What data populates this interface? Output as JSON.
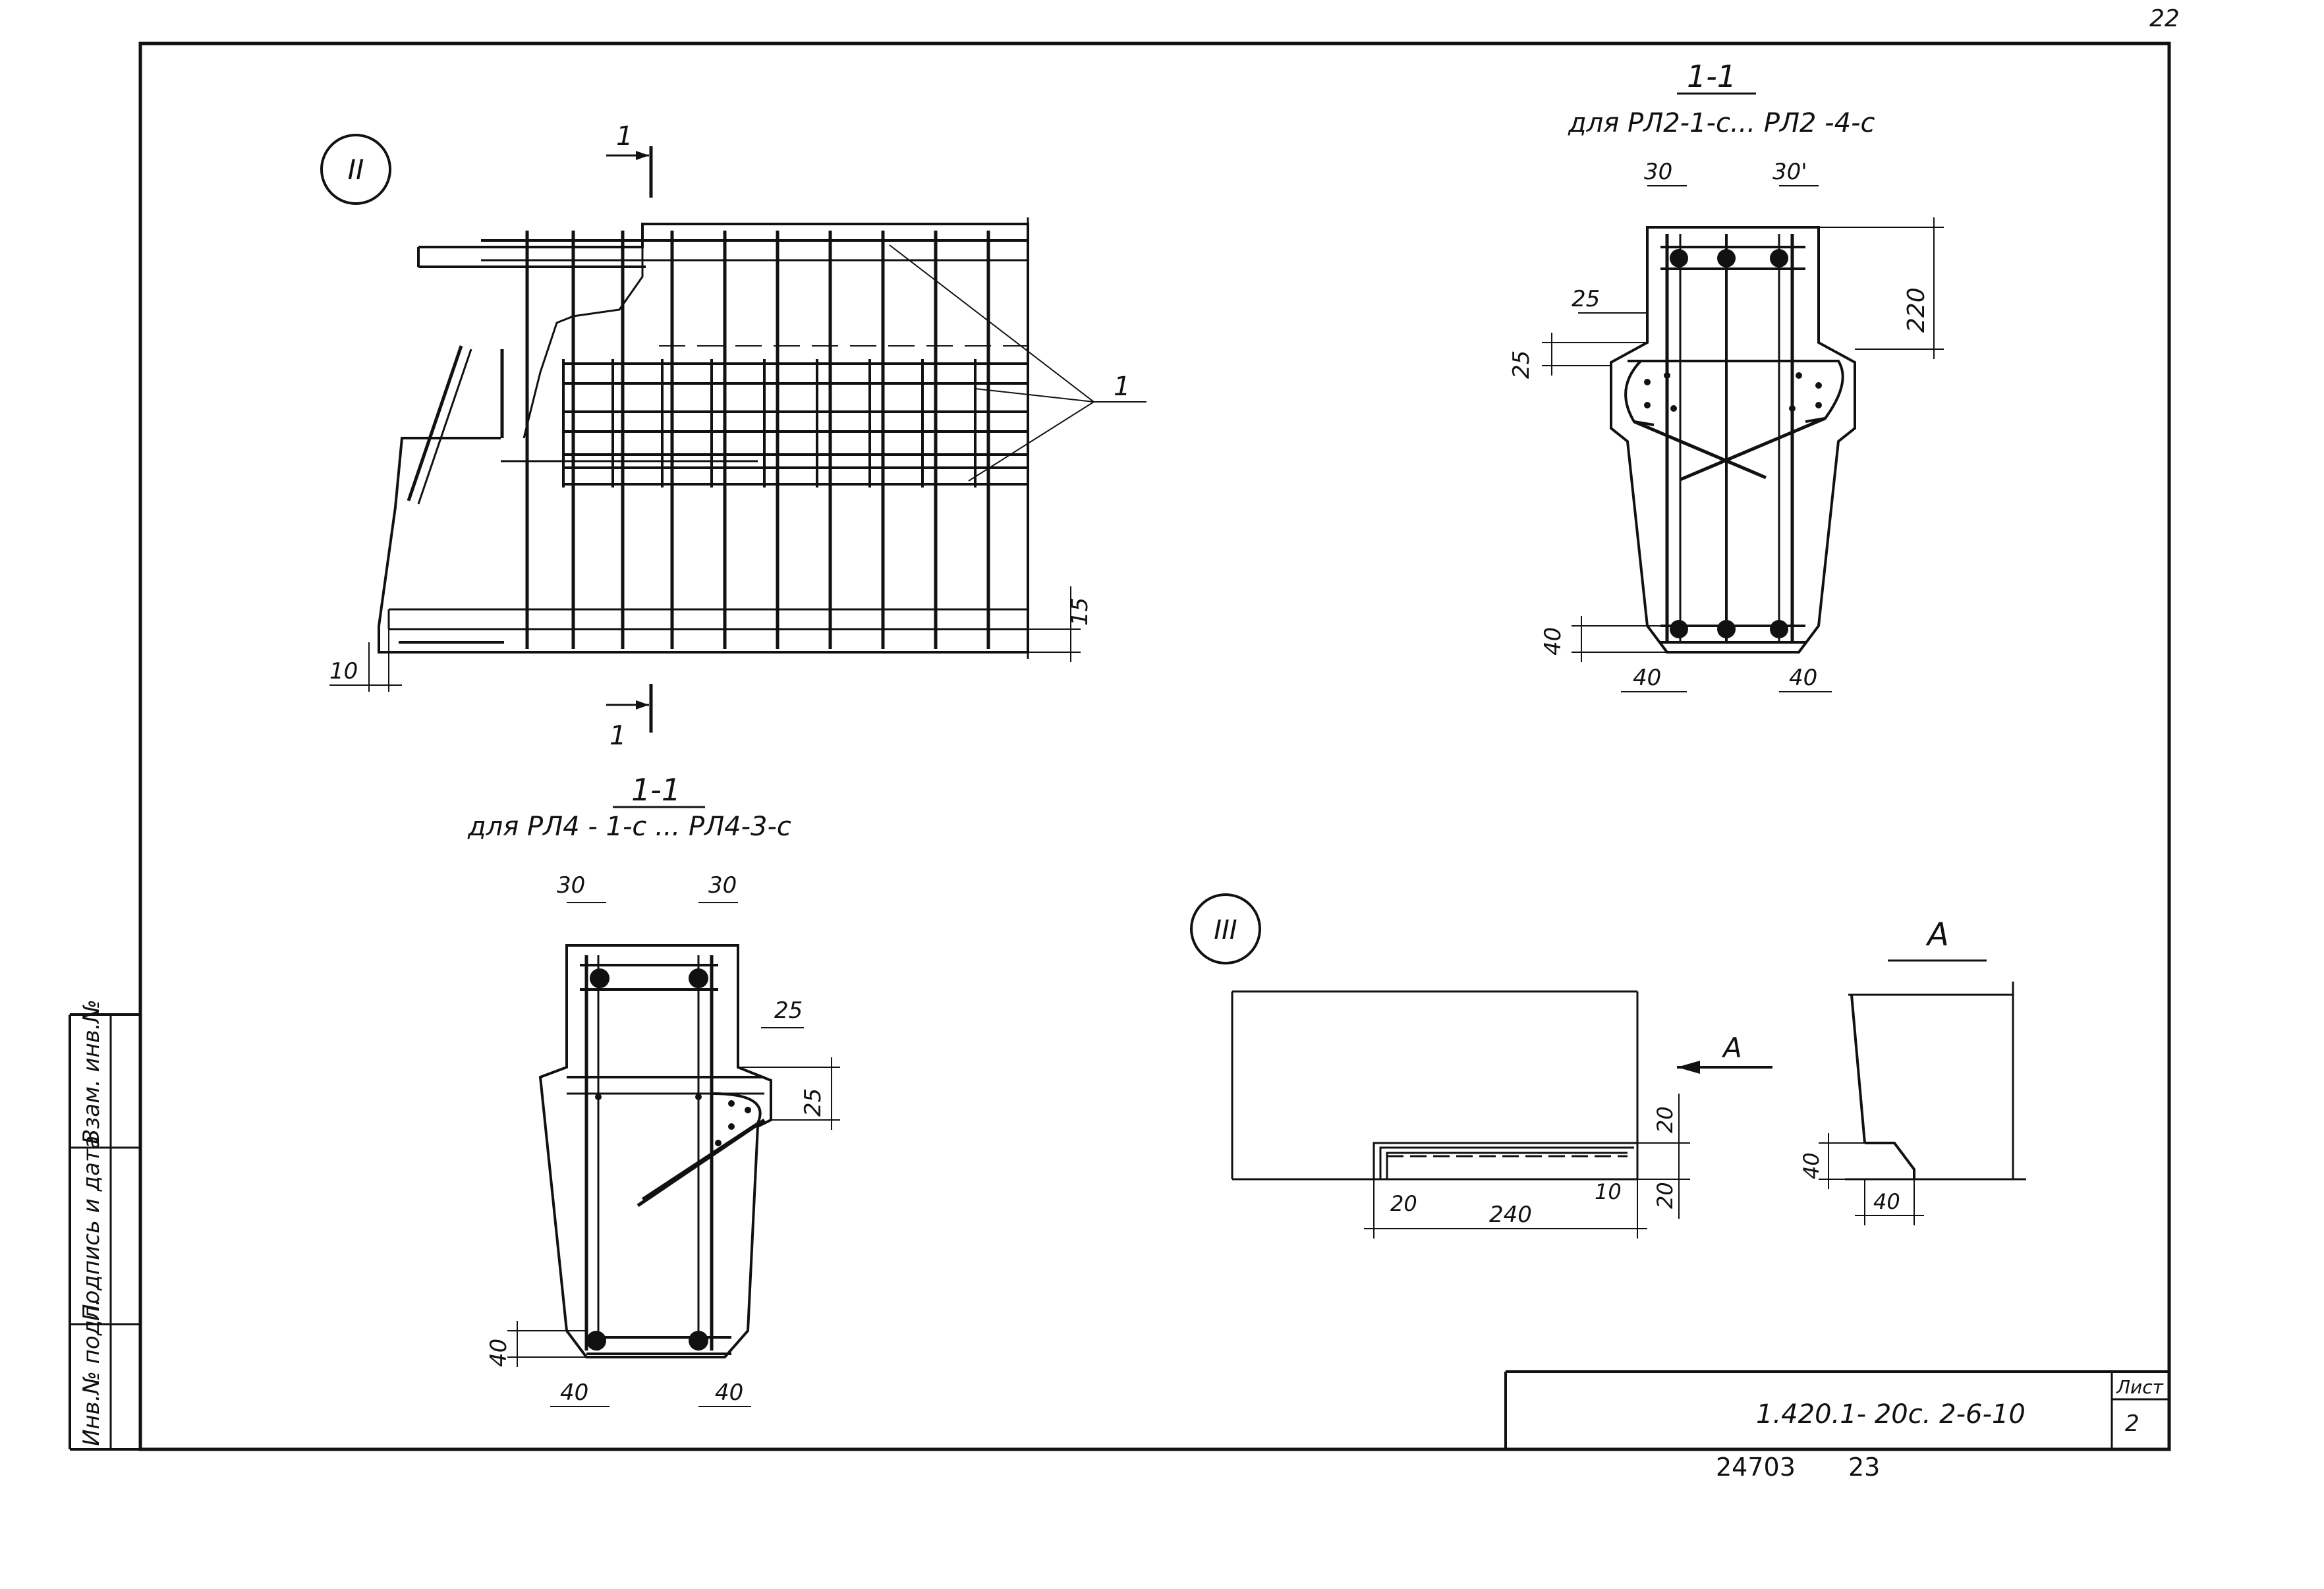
{
  "page_number": "22",
  "node_II": {
    "marker": "II",
    "cut_top": "1",
    "cut_bottom": "1",
    "leader_label": "1",
    "dim_right": "15",
    "dim_left": "10"
  },
  "section_top": {
    "title": "1-1",
    "subtitle": "для  РЛ2-1-с...  РЛ2 -4-с",
    "dim_top_left": "30",
    "dim_top_right": "30'",
    "dim_height": "220",
    "dim_ledge_w": "25",
    "dim_ledge_h": "25",
    "dim_bottom_h": "40",
    "dim_bottom_left": "40",
    "dim_bottom_right": "40"
  },
  "section_bottom": {
    "title": "1-1",
    "subtitle": "для РЛ4 - 1-с ... РЛ4-3-с",
    "dim_top_left": "30",
    "dim_top_right": "30",
    "dim_ledge_w": "25",
    "dim_ledge_h": "25",
    "dim_bottom_h": "40",
    "dim_bottom_left": "40",
    "dim_bottom_right": "40"
  },
  "node_III": {
    "marker": "III",
    "view_arrow": "A",
    "dim_20_top": "20",
    "dim_20_bottom": "20",
    "dim_10": "10",
    "dim_20_left": "20",
    "dim_240": "240"
  },
  "view_A": {
    "title": "A",
    "dim_h": "40",
    "dim_w": "40"
  },
  "left_strip": {
    "field1": "Инв.№ подл.",
    "field2": "Подпись и дата",
    "field3": "Взам. инв.№"
  },
  "title_block": {
    "code": "1.420.1- 20с. 2-6-10",
    "sheet_label": "Лист",
    "sheet_number": "2"
  },
  "footer": {
    "archive_number": "24703",
    "page": "23"
  }
}
